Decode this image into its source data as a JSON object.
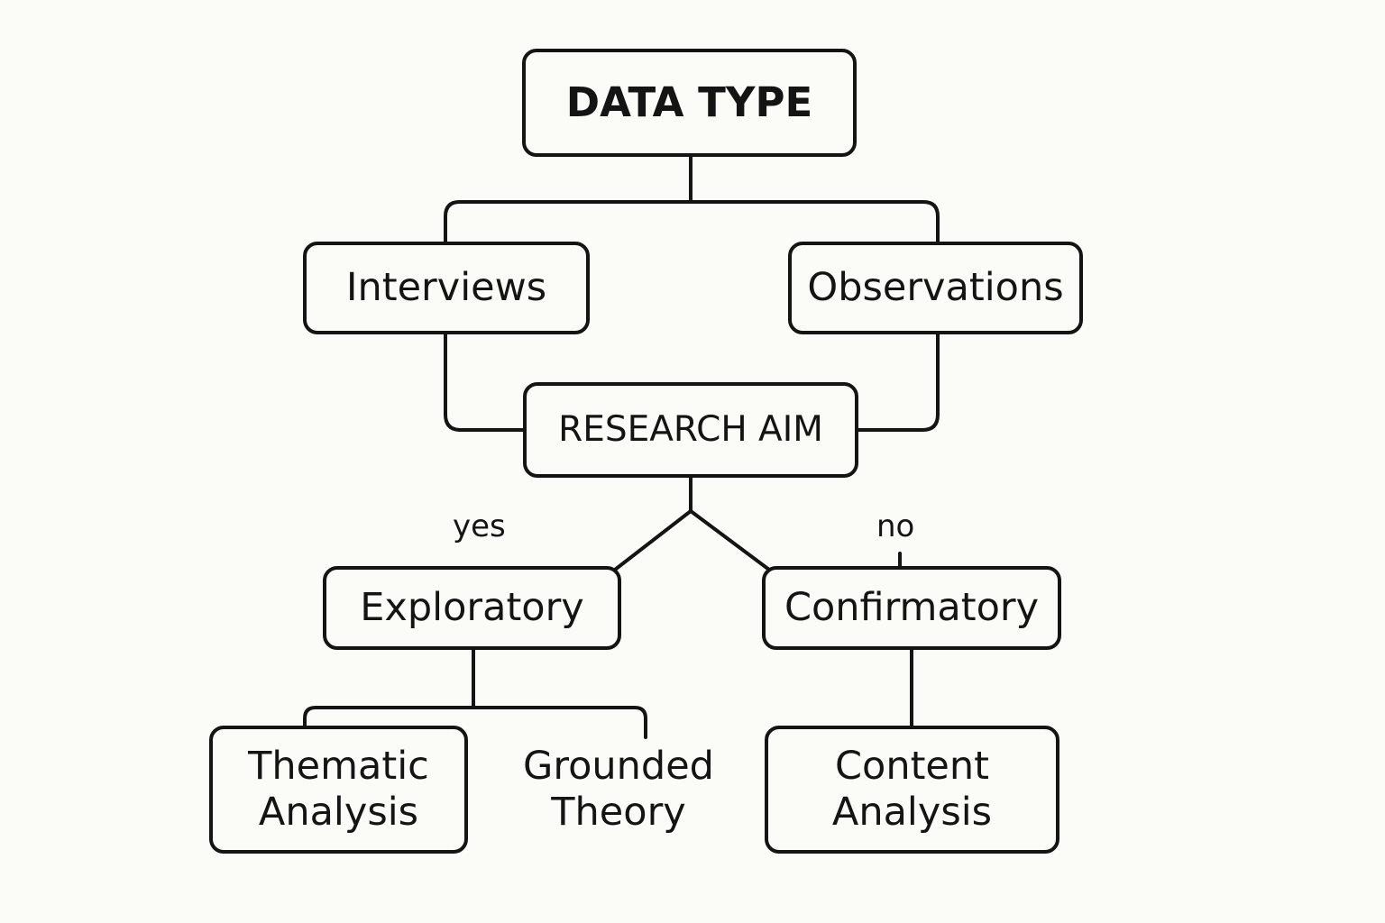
{
  "nodes": {
    "root": "DATA TYPE",
    "interviews": "Interviews",
    "observations": "Observations",
    "research_aim": "RESEARCH AIM",
    "exploratory": "Exploratory",
    "confirmatory": "Confirmatory",
    "thematic": "Thematic\nAnalysis",
    "grounded": "Grounded\nTheory",
    "content": "Content\nAnalysis"
  },
  "edge_labels": {
    "yes": "yes",
    "no": "no"
  },
  "colors": {
    "stroke": "#141414",
    "background": "#fbfbf8"
  }
}
